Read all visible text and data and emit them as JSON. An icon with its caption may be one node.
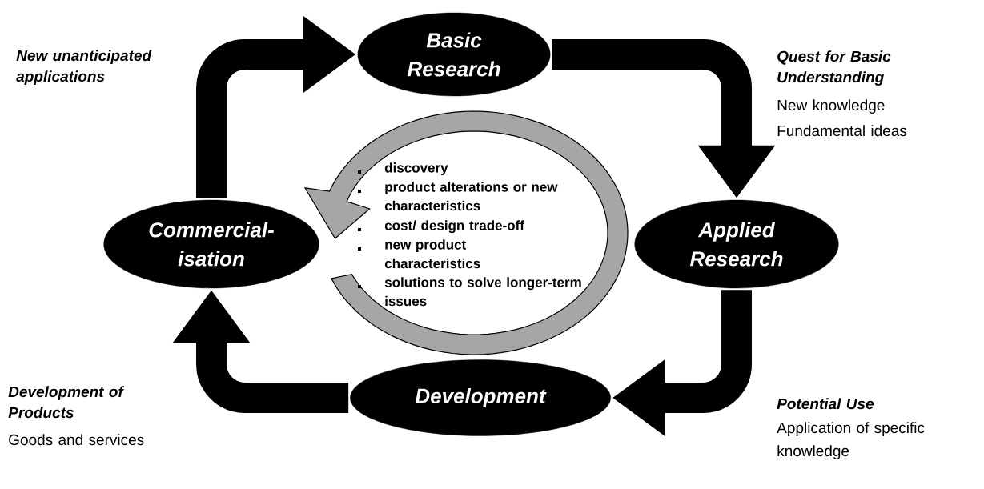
{
  "diagram": {
    "nodes": [
      {
        "text": [
          "Basic Research"
        ]
      },
      {
        "text": [
          "Applied Research"
        ]
      },
      {
        "text": [
          "Development"
        ]
      },
      {
        "text": [
          "Commercial- isation"
        ]
      }
    ],
    "edges": [
      {
        "from": 0,
        "to": 1,
        "arrow": "to"
      },
      {
        "from": 1,
        "to": 2,
        "arrow": "to"
      },
      {
        "from": 2,
        "to": 3,
        "arrow": "to"
      },
      {
        "from": 3,
        "to": 0,
        "arrow": "to"
      },
      {
        "from": null,
        "to": 3,
        "arrow": "to",
        "color": "#a6a6a6"
      }
    ],
    "labels": [
      "New unanticipated applications",
      "Quest for Basic Understanding",
      "New knowledge",
      "Fundamental ideas",
      "discovery",
      "product alterations or new characteristics",
      "cost/ design trade-off",
      "new product characteristics",
      "solutions to solve longer-term issues",
      "Development of Products",
      "Potential Use",
      "Goods and services",
      "Application of specific knowledge"
    ]
  }
}
